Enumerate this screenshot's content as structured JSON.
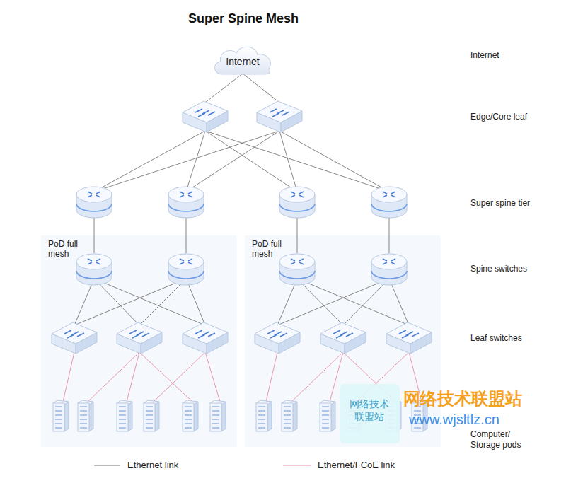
{
  "diagram": {
    "title": "Super Spine Mesh",
    "nodes": [
      {
        "text": [
          "Internet"
        ]
      },
      {
        "text": [
          "PoD full mesh"
        ]
      },
      {
        "text": [
          "PoD full mesh"
        ]
      }
    ],
    "labels": [
      "Internet",
      "Edge/Core leaf",
      "Super spine tier",
      "Spine switches",
      "Leaf switches",
      "Computer/ Storage pods",
      "网络技术 联盟站",
      "网络技术联盟站",
      "www.wjsltlz.cn"
    ],
    "legend": [
      {
        "text": "Ethernet link"
      },
      {
        "text": "Ethernet/FCoE link"
      }
    ]
  }
}
